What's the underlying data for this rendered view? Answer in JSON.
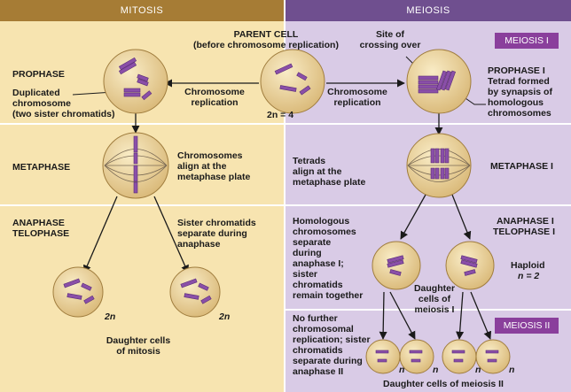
{
  "headers": {
    "mitosis": "MITOSIS",
    "meiosis": "MEIOSIS"
  },
  "badges": {
    "meiosis_1": "MEIOSIS I",
    "meiosis_2": "MEIOSIS II"
  },
  "parent": {
    "title": "PARENT CELL",
    "subtitle": "(before chromosome replication)",
    "chromosome_number": "2n = 4"
  },
  "mitosis": {
    "prophase": "PROPHASE",
    "duplicated_1": "Duplicated",
    "duplicated_2": "chromosome",
    "duplicated_3": "(two sister chromatids)",
    "replication_1": "Chromosome",
    "replication_2": "replication",
    "metaphase": "METAPHASE",
    "align_1": "Chromosomes",
    "align_2": "align at the",
    "align_3": "metaphase plate",
    "anaphase": "ANAPHASE",
    "telophase": "TELOPHASE",
    "separate_1": "Sister chromatids",
    "separate_2": "separate during",
    "separate_3": "anaphase",
    "daughter_n": "2n",
    "daughter_1": "Daughter cells",
    "daughter_2": "of mitosis"
  },
  "meiosis": {
    "crossing_1": "Site of",
    "crossing_2": "crossing over",
    "replication_1": "Chromosome",
    "replication_2": "replication",
    "prophase_i": "PROPHASE I",
    "tetrad_1": "Tetrad formed",
    "tetrad_2": "by synapsis of",
    "tetrad_3": "homologous",
    "tetrad_4": "chromosomes",
    "tetrads_1": "Tetrads",
    "tetrads_2": "align at the",
    "tetrads_3": "metaphase plate",
    "metaphase_i": "METAPHASE I",
    "homologous": [
      "Homologous",
      "chromosomes",
      "separate",
      "during",
      "anaphase I;",
      "sister",
      "chromatids",
      "remain together"
    ],
    "anaphase_i": "ANAPHASE I",
    "telophase_i": "TELOPHASE I",
    "haploid": "Haploid",
    "haploid_n": "n = 2",
    "daughter_i_1": "Daughter",
    "daughter_i_2": "cells of",
    "daughter_i_3": "meiosis I",
    "no_further": [
      "No further",
      "chromosomal",
      "replication; sister",
      "chromatids",
      "separate during",
      "anaphase II"
    ],
    "daughter_ii_n": "n",
    "daughter_ii": "Daughter cells of meiosis II"
  },
  "colors": {
    "mitosis_bg": "#f7e4b0",
    "meiosis_bg": "#d9cbe6",
    "mitosis_header": "#a67c35",
    "meiosis_header": "#6f4f8f",
    "badge": "#8a3f9c",
    "cell_fill": "#ecd59a",
    "chromosome": "#8a4fa8"
  }
}
